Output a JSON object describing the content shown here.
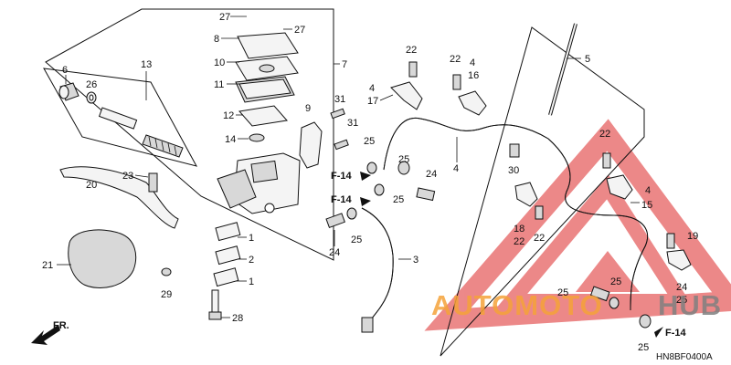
{
  "diagram": {
    "diagram_code": "HN8BF0400A",
    "front_arrow_label": "FR.",
    "reference_labels": [
      "F-14",
      "F-14",
      "F-14"
    ],
    "callouts": [
      "27",
      "27",
      "8",
      "10",
      "11",
      "7",
      "6",
      "26",
      "13",
      "12",
      "14",
      "9",
      "31",
      "31",
      "20",
      "23",
      "21",
      "1",
      "2",
      "1",
      "29",
      "28",
      "22",
      "22",
      "4",
      "17",
      "16",
      "4",
      "5",
      "25",
      "4",
      "30",
      "22",
      "25",
      "24",
      "25",
      "24",
      "25",
      "3",
      "4",
      "15",
      "18",
      "22",
      "22",
      "19",
      "24",
      "25",
      "25"
    ]
  },
  "watermark": {
    "text_a": "AUTOMOTO",
    "text_b": "HUB",
    "color_a": "#f5a33a",
    "color_b": "#808080",
    "triangle_color": "#e03a3a"
  }
}
